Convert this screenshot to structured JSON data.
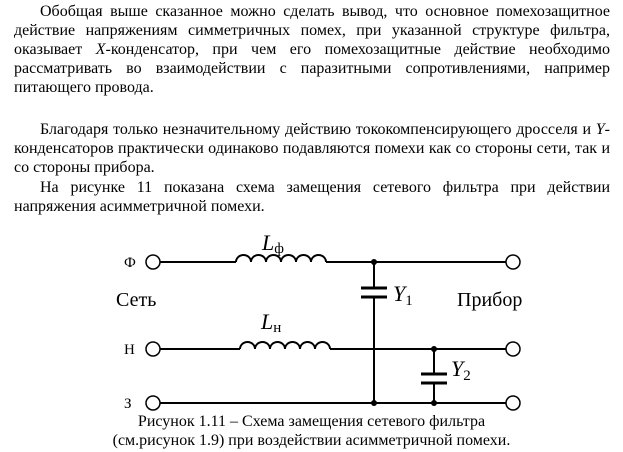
{
  "paragraphs": [
    {
      "text_a": "Обобщая выше сказанное можно сделать вывод, что основное помехозащитное действие напряжениям симметричных помех, при указанной структуре фильтра, оказывает ",
      "italic": "X",
      "text_b": "-конденсатор, при чем его помехозащитные действие необходимо рассматривать во взаимодействии с паразитными сопротивлениями, например питающего провода."
    },
    {
      "text_a": "Благодаря только незначительному действию тококомпенсирующего дросселя и ",
      "italic": "Y",
      "text_b": "-конденсаторов практически одинаково подавляются помехи как со стороны сети, так и со стороны прибора."
    },
    {
      "text_a": "На рисунке 11 показана схема замещения сетевого фильтра при действии напряжения асимметричной помехи."
    }
  ],
  "figure": {
    "terminals": [
      "Ф",
      "Н",
      "З"
    ],
    "left_label": "Сеть",
    "right_label": "Прибор",
    "inductor_phase": "L",
    "inductor_phase_sub": "ф",
    "inductor_neutral": "L",
    "inductor_neutral_sub": "н",
    "cap1": "Y",
    "cap1_sub": "1",
    "cap2": "Y",
    "cap2_sub": "2"
  },
  "caption": {
    "line1": "Рисунок 1.11 – Схема замещения сетевого фильтра",
    "line2": "(см.рисунок 1.9) при воздействии асимметричной помехи."
  }
}
